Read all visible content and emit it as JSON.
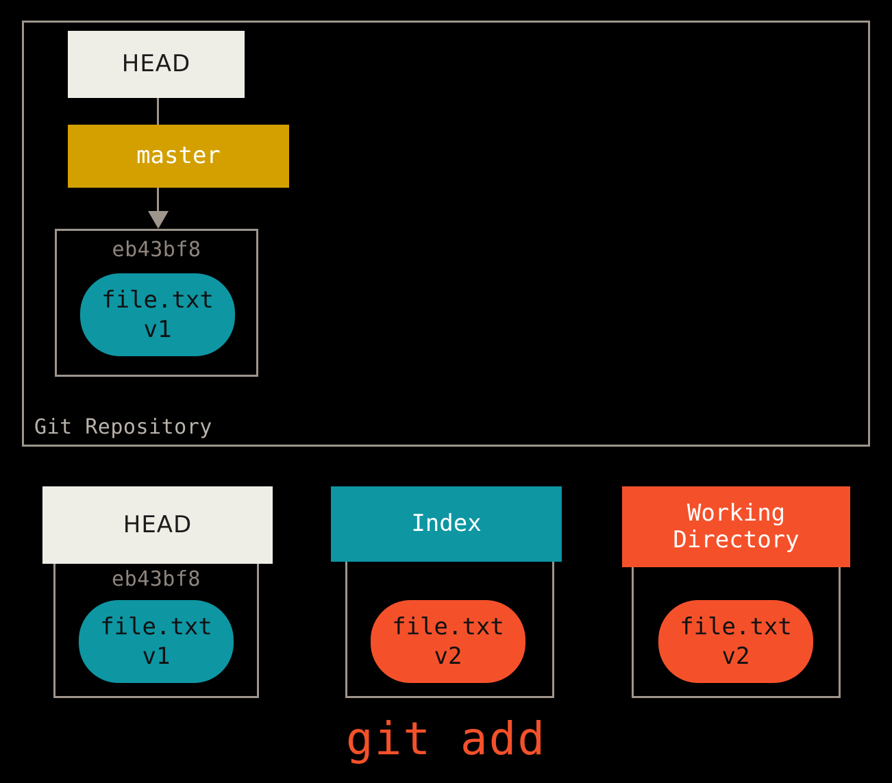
{
  "diagram": {
    "title": "git add",
    "repository": {
      "label": "Git Repository",
      "head_ref": "HEAD",
      "branch_ref": "master",
      "commit": {
        "hash": "eb43bf8",
        "blob": {
          "name": "file.txt",
          "version": "v1"
        }
      }
    },
    "areas": [
      {
        "key": "head",
        "header": "HEAD",
        "header_line2": "",
        "hash": "eb43bf8",
        "blob": {
          "name": "file.txt",
          "version": "v1"
        }
      },
      {
        "key": "index",
        "header": "Index",
        "header_line2": "",
        "hash": "",
        "blob": {
          "name": "file.txt",
          "version": "v2"
        }
      },
      {
        "key": "working-directory",
        "header": "Working",
        "header_line2": "Directory",
        "hash": "",
        "blob": {
          "name": "file.txt",
          "version": "v2"
        }
      }
    ],
    "caption": "git add",
    "colors": {
      "background": "#000000",
      "border": "#9e958d",
      "head": "#efeee6",
      "branch": "#d3a000",
      "index_teal": "#0e96a3",
      "working_orange": "#f4512b",
      "hash_text": "#8d857e",
      "repo_label": "#b9b2ab"
    }
  }
}
